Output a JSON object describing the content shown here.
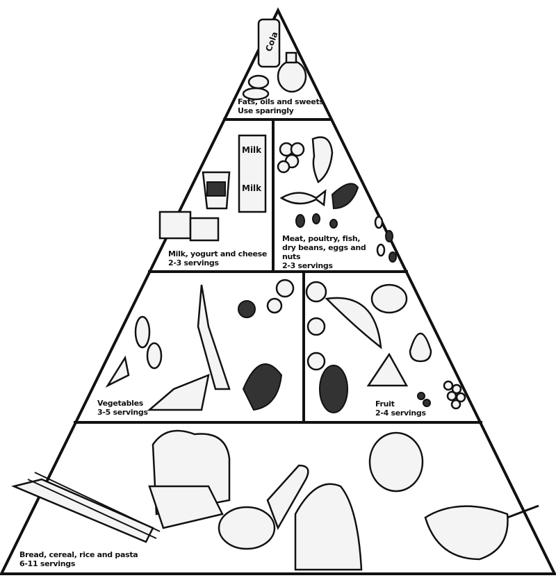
{
  "title": "Food Guide Pyramid",
  "tiers": {
    "fats": {
      "name": "Fats, oils and sweets",
      "servings": "Use sparingly"
    },
    "milk": {
      "name": "Milk, yogurt and cheese",
      "servings": "2-3 servings"
    },
    "meat": {
      "name": "Meat, poultry, fish, dry beans, eggs and nuts",
      "servings": "2-3 servings"
    },
    "vegetables": {
      "name": "Vegetables",
      "servings": "3-5 servings"
    },
    "fruit": {
      "name": "Fruit",
      "servings": "2-4 servings"
    },
    "bread": {
      "name": "Bread, cereal, rice and pasta",
      "servings": "6-11 servings"
    }
  },
  "food_labels": {
    "cola": "Cola",
    "milk1": "Milk",
    "milk2": "Milk"
  }
}
